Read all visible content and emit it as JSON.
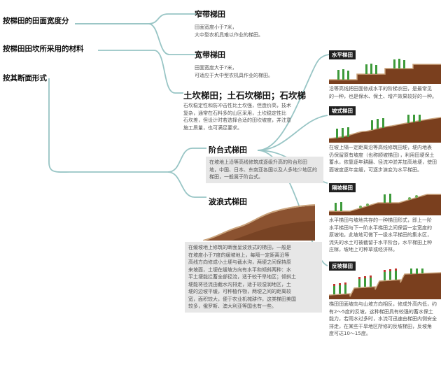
{
  "categories": [
    {
      "id": "width",
      "label": "按梯田的田面宽度分"
    },
    {
      "id": "material",
      "label": "按梯田田坎所采用的材料"
    },
    {
      "id": "section",
      "label": "按其断面形式"
    }
  ],
  "nodes": {
    "narrow": {
      "title": "窄带梯田",
      "desc": [
        "田面宽度小于7米，",
        "大中型农机具难以作业的梯田。"
      ]
    },
    "wide": {
      "title": "宽带梯田",
      "desc": [
        "田面宽度大于7米，",
        "可适应于大中型农机具作业的梯田。"
      ]
    },
    "earth": {
      "title": "土坎梯田；土石坎梯田；石坎梯",
      "desc": [
        "石坎稳定性和防冲击性比土坎强，但造价高，技术",
        "复杂，通常在石料多的山区采用，土坎稳定性比",
        "石坎差，但设计时若选择合适的田坎坡度，并注意",
        "施工质量，也可满足要求。"
      ]
    },
    "platform": {
      "title": "阶台式梯田",
      "desc": [
        "在坡地上沿等高线修筑成逐级升高的阶台形田",
        "地，中国、日本、东南亚各国以及人多地少地区的",
        "梯田，一般属于阶台式。"
      ]
    },
    "wave": {
      "title": "波浪式梯田",
      "desc": [
        "在缓坡地上修筑的断面呈波浪式的梯田，一般是",
        "在坡度小于7度的缓坡地上，每隔一定距离沿等",
        "高线方向修成小土埂与截水沟，两埂之间保持原",
        "来坡面，土埂在缓坡方向有水平和倾斜两种：水",
        "平土埂能拦蓄全部径流，适于较干旱地区；倾斜土",
        "埂能将径流由截水沟排走，适于较湿润地区，土",
        "埂的边坡平缓，可种植作物，两埂之间的距离较",
        "宽，面积较大，便于农业机械耕作，这类梯田美国",
        "较多，俄罗斯、澳大利亚等国也有一些。"
      ]
    }
  },
  "types": [
    {
      "id": "level",
      "label": "水平梯田",
      "desc": [
        "沿等高线把田面修成水平的阶梯农田，是最常见",
        "的一种，也是保水、保土、增产效果较好的一种。"
      ]
    },
    {
      "id": "slope",
      "label": "坡式梯田",
      "desc": [
        "在坡上隔一定距离沿等高线修筑田埂，埂内地表",
        "仍保留原有坡度（也称顺坡梯田），利用田埂保土",
        "蓄水，依靠逐年耕翻、径流冲淤并加高地埂，使田",
        "面坡度逐年变缓，可逐步演变为水平梯田。"
      ]
    },
    {
      "id": "interval",
      "label": "隔坡梯田",
      "desc": [
        "水平梯田与坡地共存的一种梯田形式，即上一阶",
        "水平梯田与下一阶水平梯田之间保留一定宽度的",
        "原坡地，此坡地可做下一级水平梯田的集水区，",
        "流失的水土可被截留于水平阶台，水平梯田上种",
        "庄稼，坡地上可种草或经济林。"
      ]
    },
    {
      "id": "reverse",
      "label": "反坡梯田",
      "desc": [
        "梯田田面坡向与山坡方向相反，修成外高内低，约",
        "有2～5度的反坡，这种梯田具有较强的蓄水保土",
        "能力，若雨水过多时，水流可迅速由梯田内侧安全",
        "排走，在某些干旱地区所修的反坡梯田，反坡角",
        "度可达10～15度。"
      ]
    }
  ],
  "colors": {
    "connector": "#98c5c5",
    "box_bg": "#e7e7e7",
    "label_bg": "#1f1f1f",
    "soil": "#7a3f1e",
    "crop_green": "#3d9a3a",
    "crop_red": "#c0372f"
  }
}
